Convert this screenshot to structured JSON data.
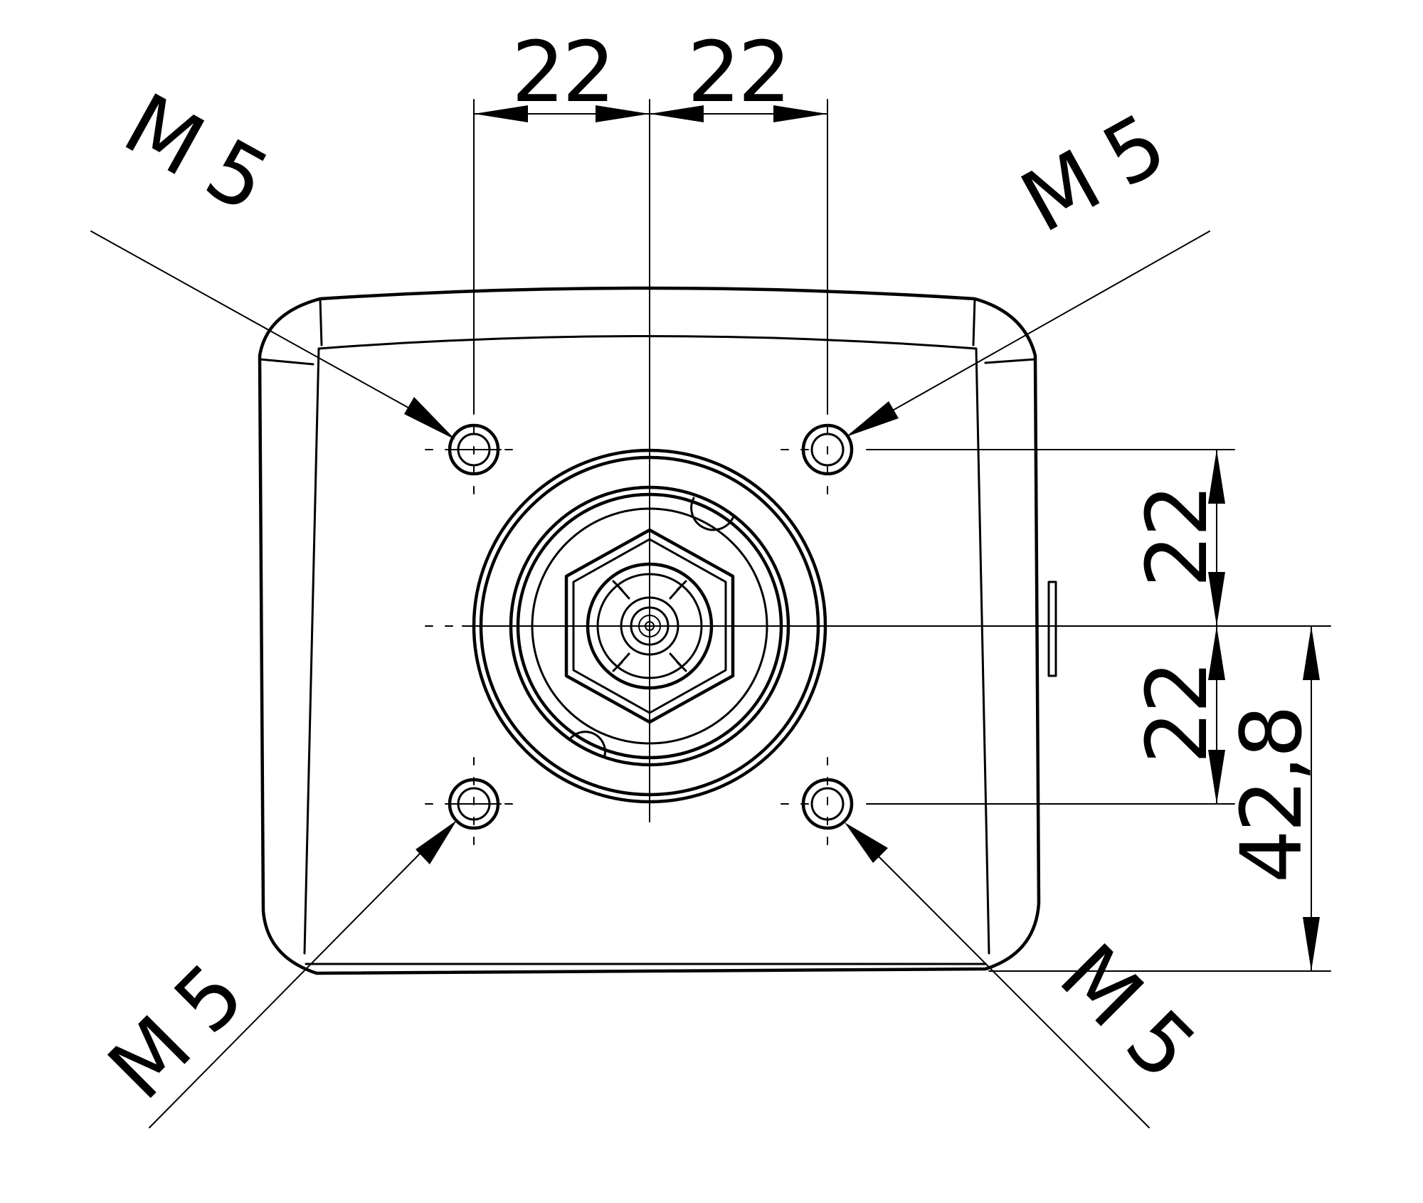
{
  "dimensions": {
    "top_left": "22",
    "top_right": "22",
    "right_upper": "22",
    "right_lower": "22",
    "height": "42,8"
  },
  "threads": {
    "top_left": "M 5",
    "top_right": "M 5",
    "bottom_left": "M 5",
    "bottom_right": "M 5"
  }
}
